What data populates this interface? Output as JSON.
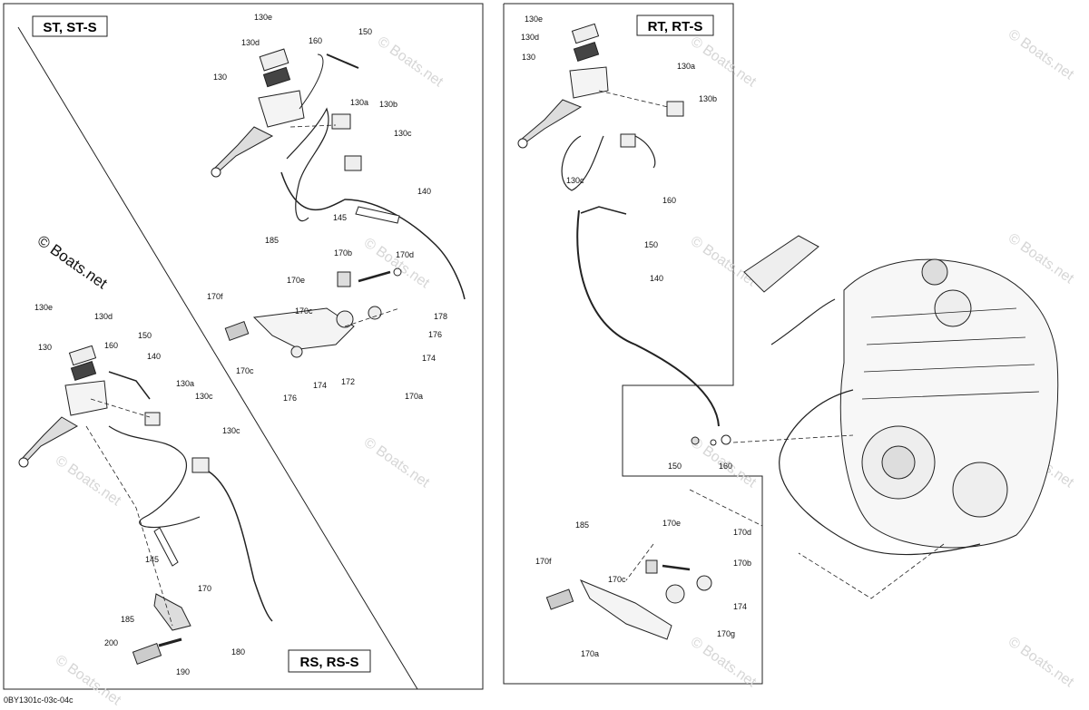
{
  "panels": {
    "st": {
      "label": "ST, ST-S"
    },
    "rs": {
      "label": "RS, RS-S"
    },
    "rt": {
      "label": "RT, RT-S"
    }
  },
  "watermark": {
    "text": "© Boats.net"
  },
  "footer": {
    "code": "0BY1301c-03c-04c"
  },
  "callouts": {
    "st": [
      "130e",
      "130d",
      "130",
      "160",
      "150",
      "130a",
      "130b",
      "130c",
      "140",
      "145",
      "185",
      "170b",
      "170e",
      "170d",
      "170f",
      "170c",
      "178",
      "176",
      "174",
      "172",
      "170a",
      "176",
      "174",
      "170c"
    ],
    "rs": [
      "130e",
      "130d",
      "130",
      "160",
      "150",
      "140",
      "130a",
      "130c",
      "130c",
      "145",
      "170",
      "185",
      "200",
      "180",
      "190"
    ],
    "rt": [
      "130e",
      "130d",
      "130",
      "130a",
      "130b",
      "130c",
      "160",
      "150",
      "140",
      "150",
      "160",
      "185",
      "170e",
      "170d",
      "170f",
      "170c",
      "170b",
      "174",
      "170g",
      "170a"
    ]
  }
}
